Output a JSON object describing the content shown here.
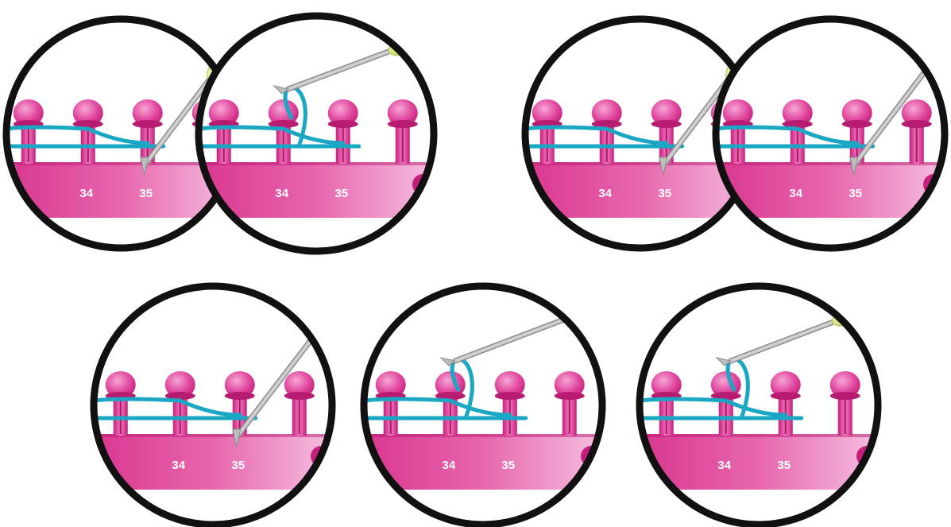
{
  "colors": {
    "background": "#ffffff",
    "loom_light": "#f6bfe0",
    "loom_dark": "#d9378f",
    "peg_light": "#f27ac1",
    "peg_dark": "#c51f7c",
    "peg_stem": "#e0479d",
    "yarn": "#1aa7c4",
    "needle": "#a9a9a9",
    "needle_handle": "#dfe98a",
    "circle_outline": "#111111"
  },
  "panels": [
    {
      "id": "step-1",
      "peg_labels": [
        "34",
        "35"
      ],
      "needle_tip": "down",
      "yarn_loop": false,
      "handle": true,
      "loom_dot": false
    },
    {
      "id": "step-2",
      "peg_labels": [
        "34",
        "35"
      ],
      "needle_tip": "hook",
      "yarn_loop": true,
      "handle": true,
      "loom_dot": true
    },
    {
      "id": "step-3",
      "peg_labels": [
        "34",
        "35"
      ],
      "needle_tip": "down",
      "yarn_loop": false,
      "handle": true,
      "loom_dot": false
    },
    {
      "id": "step-4",
      "peg_labels": [
        "34",
        "35"
      ],
      "needle_tip": "down",
      "yarn_loop": false,
      "handle": false,
      "loom_dot": true
    },
    {
      "id": "step-5",
      "peg_labels": [
        "34",
        "35"
      ],
      "needle_tip": "down",
      "yarn_loop": false,
      "handle": false,
      "loom_dot": true
    },
    {
      "id": "step-6",
      "peg_labels": [
        "34",
        "35"
      ],
      "needle_tip": "hook",
      "yarn_loop": true,
      "handle": false,
      "loom_dot": true
    },
    {
      "id": "step-7",
      "peg_labels": [
        "34",
        "35"
      ],
      "needle_tip": "hook",
      "yarn_loop": true,
      "handle": true,
      "loom_dot": true
    }
  ]
}
